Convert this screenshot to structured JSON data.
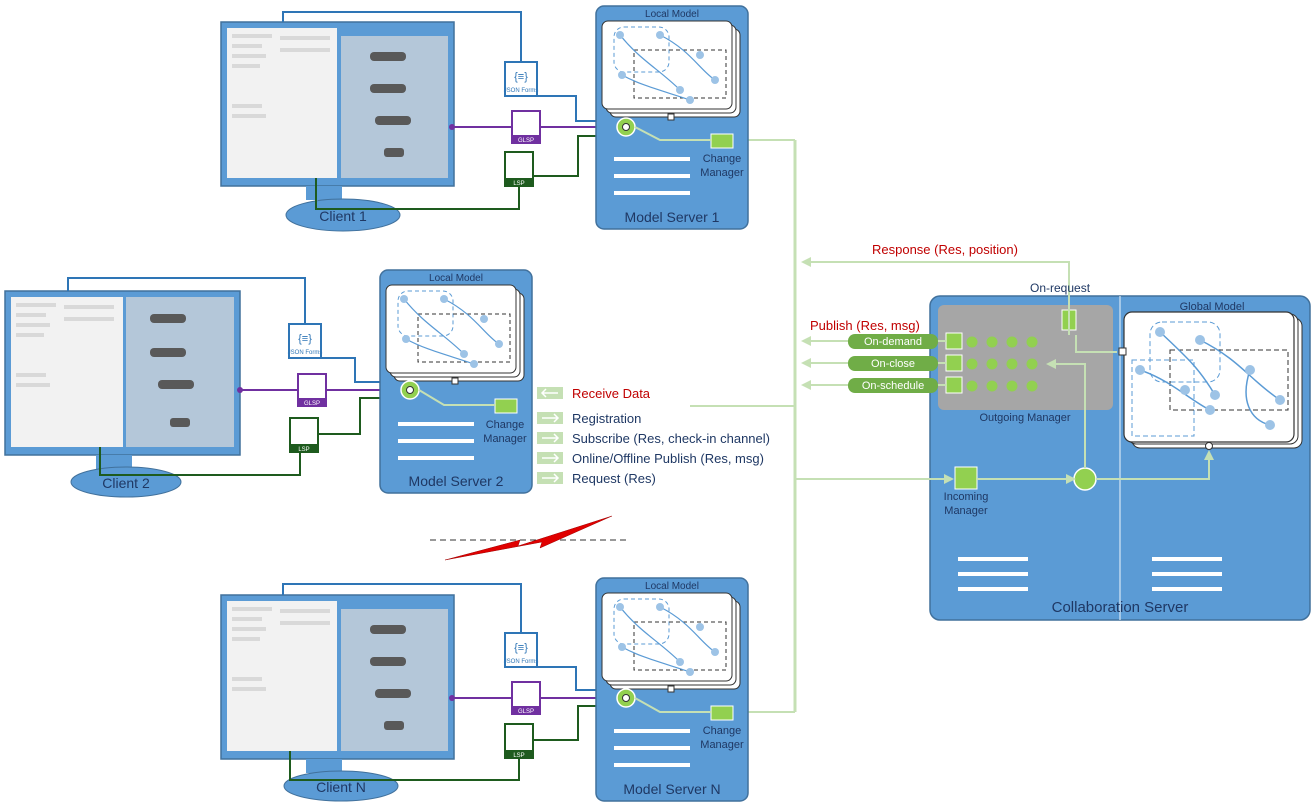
{
  "clients": [
    {
      "label": "Client 1"
    },
    {
      "label": "Client 2"
    },
    {
      "label": "Client N"
    }
  ],
  "model_servers": [
    {
      "label": "Model Server 1",
      "local_model_label": "Local Model",
      "change_manager_label_1": "Change",
      "change_manager_label_2": "Manager"
    },
    {
      "label": "Model Server 2",
      "local_model_label": "Local Model",
      "change_manager_label_1": "Change",
      "change_manager_label_2": "Manager"
    },
    {
      "label": "Model Server N",
      "local_model_label": "Local Model",
      "change_manager_label_1": "Change",
      "change_manager_label_2": "Manager"
    }
  ],
  "protocols": {
    "json_forms": "JSON Forms",
    "glsp": "GLSP",
    "lsp": "LSP"
  },
  "messages": {
    "receive_data": "Receive Data",
    "outgoing": [
      "Registration",
      "Subscribe (Res, check-in channel)",
      "Online/Offline Publish (Res, msg)",
      "Request (Res)"
    ],
    "response": "Response (Res, position)",
    "publish": "Publish (Res, msg)",
    "on_request": "On-request",
    "on_demand": "On-demand",
    "on_close": "On-close",
    "on_schedule": "On-schedule"
  },
  "collaboration_server": {
    "label": "Collaboration Server",
    "global_model_label": "Global Model",
    "outgoing_manager_label": "Outgoing Manager",
    "incoming_manager_label_1": "Incoming",
    "incoming_manager_label_2": "Manager"
  },
  "colors": {
    "server_blue": "#5b9bd5",
    "server_border": "#41719c",
    "bus_green": "#c5e0b4",
    "tag_green": "#70ad47",
    "publish_red": "#c00000",
    "msg_navy": "#1f3864",
    "glsp_purple": "#7030a0",
    "lsp_green": "#1e5b1e",
    "json_blue": "#2e75b6"
  }
}
